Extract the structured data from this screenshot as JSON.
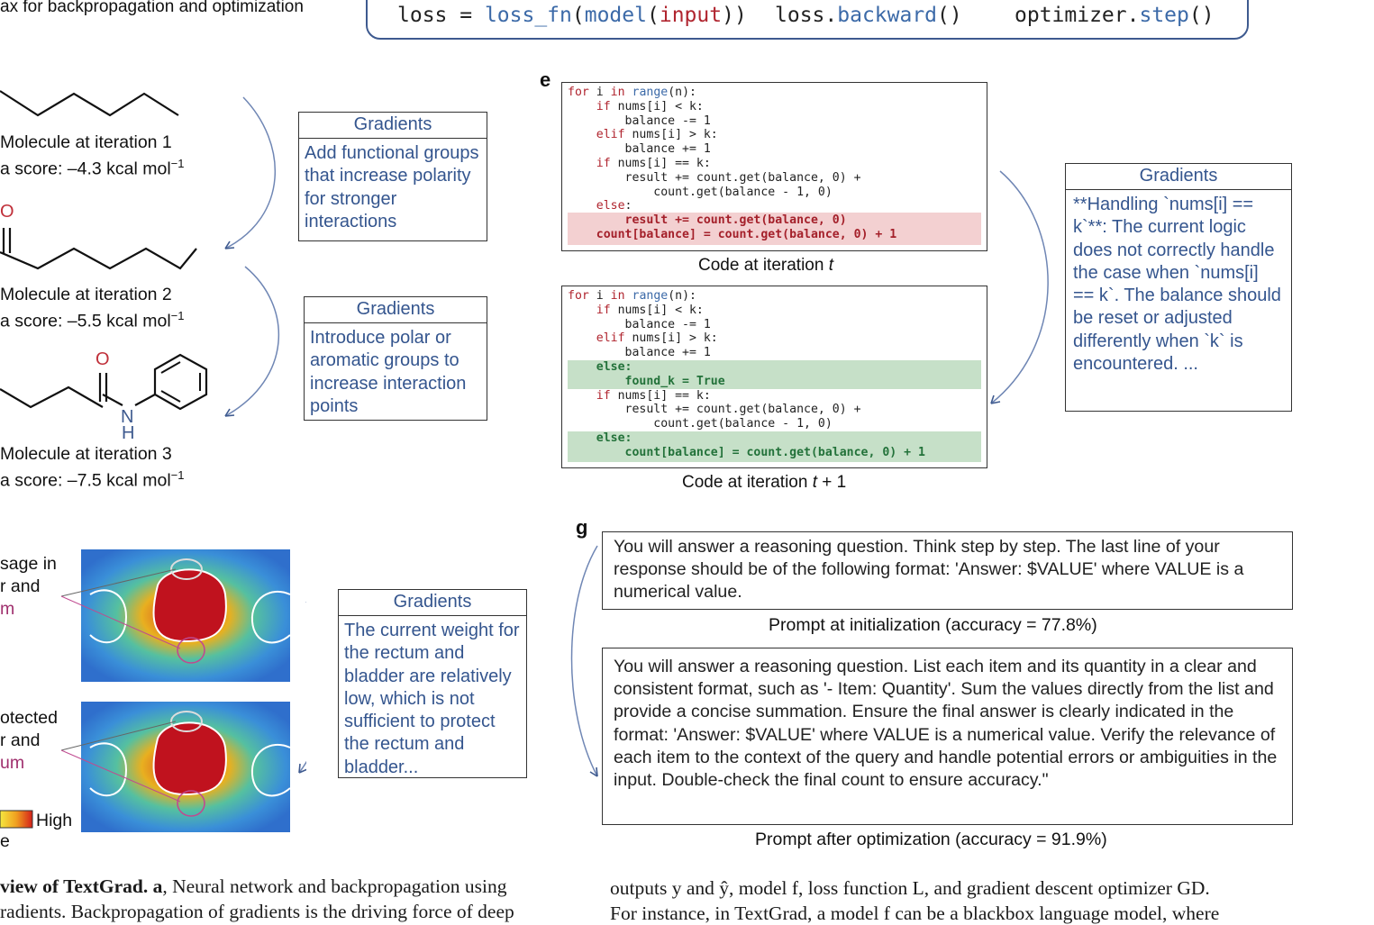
{
  "header": {
    "left_caption": "ax for backpropagation and optimization",
    "code_loss": "loss = ",
    "code_loss_fn": "loss_fn",
    "code_open1": "(",
    "code_model": "model",
    "code_open2": "(",
    "code_input": "input",
    "code_close": "))",
    "code_backward_obj": "loss.",
    "code_backward_fn": "backward",
    "code_backward_paren": "()",
    "code_step_obj": "optimizer.",
    "code_step_fn": "step",
    "code_step_paren": "()"
  },
  "molecules": {
    "m1_title": "Molecule at iteration 1",
    "m1_score": "a score: –4.3 kcal mol",
    "m2_title": "Molecule at iteration 2",
    "m2_score": "a score: –5.5 kcal mol",
    "m3_title": "Molecule at iteration 3",
    "m3_score": "a score: –7.5 kcal mol",
    "unit_sup": "−1",
    "atom_o": "O",
    "atom_n": "N",
    "atom_h": "H",
    "grad1_title": "Gradients",
    "grad1_text": "Add functional groups that increase polarity for stronger interactions",
    "grad2_title": "Gradients",
    "grad2_text": "Introduce polar or aromatic groups to increase interaction points"
  },
  "code_panel": {
    "letter": "e",
    "caption_t": "Code at iteration ",
    "caption_t_var": "t",
    "caption_t1": "Code at iteration ",
    "caption_t1_var": "t",
    "caption_t1_suffix": " + 1",
    "grad_title": "Gradients",
    "grad_text": "**Handling `nums[i] == k`**: The current logic does not correctly handle the case when `nums[i] == k`. The balance should be reset or adjusted differently when `k` is encountered. ..."
  },
  "code1": [
    "for i in range(n):",
    "    if nums[i] < k:",
    "        balance -= 1",
    "    elif nums[i] > k:",
    "        balance += 1",
    "    if nums[i] == k:",
    "        result += count.get(balance, 0) +",
    "            count.get(balance - 1, 0)",
    "    else:",
    "        result += count.get(balance, 0)",
    "    count[balance] = count.get(balance, 0) + 1"
  ],
  "code2": [
    "for i in range(n):",
    "    if nums[i] < k:",
    "        balance -= 1",
    "    elif nums[i] > k:",
    "        balance += 1",
    "    else:",
    "        found_k = True",
    "    if nums[i] == k:",
    "        result += count.get(balance, 0) +",
    "            count.get(balance - 1, 0)",
    "    else:",
    "        count[balance] = count.get(balance, 0) + 1"
  ],
  "radiotherapy": {
    "label1_line1": "sage in",
    "label1_line2": "r and",
    "label1_line3": "m",
    "label2_line1": "otected",
    "label2_line2": "r and",
    "label2_line3": "um",
    "colorbar_high": "High",
    "colorbar_low": "e",
    "grad_title": "Gradients",
    "grad_text": "The current weight for the rectum and bladder are relatively low, which is not sufficient to protect the rectum and bladder..."
  },
  "prompt_panel": {
    "letter": "g",
    "prompt1": "You will answer a reasoning question. Think step by step. The last line of your response should be of the following format: 'Answer: $VALUE' where VALUE is a numerical value.",
    "caption1": "Prompt at initialization (accuracy = 77.8%)",
    "prompt2": "You will answer a reasoning question. List each item and its quantity in a clear and consistent format, such as '- Item: Quantity'. Sum the values directly from the list and provide a concise summation. Ensure the final answer is clearly indicated in the format: 'Answer: $VALUE' where VALUE is a numerical value. Verify the relevance of each item to the context of the query and handle potential errors or ambiguities in the input. Double-check the final count to ensure accuracy.\"",
    "caption2": "Prompt after optimization (accuracy = 91.9%)"
  },
  "footer": {
    "left_bold": "view of TextGrad. a",
    "left_rest": ", Neural network and backpropagation using",
    "left_line2": "radients. Backpropagation of gradients is the driving force of deep",
    "right_line1": "outputs y and ŷ, model f, loss function L, and gradient descent optimizer GD.",
    "right_line2": "For instance, in TextGrad, a model f can be a blackbox language model, where"
  }
}
